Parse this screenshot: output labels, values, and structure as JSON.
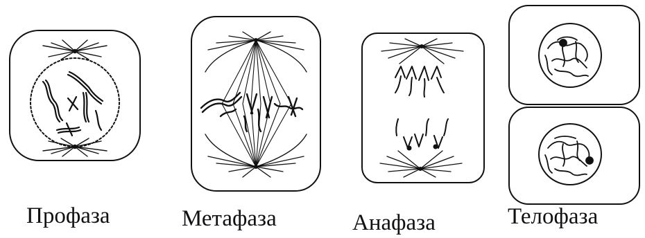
{
  "labels": {
    "prophase": "Профаза",
    "metaphase": "Метафаза",
    "anaphase": "Анафаза",
    "telophase": "Телофаза"
  },
  "colors": {
    "ink": "#111111",
    "background": "#ffffff"
  }
}
